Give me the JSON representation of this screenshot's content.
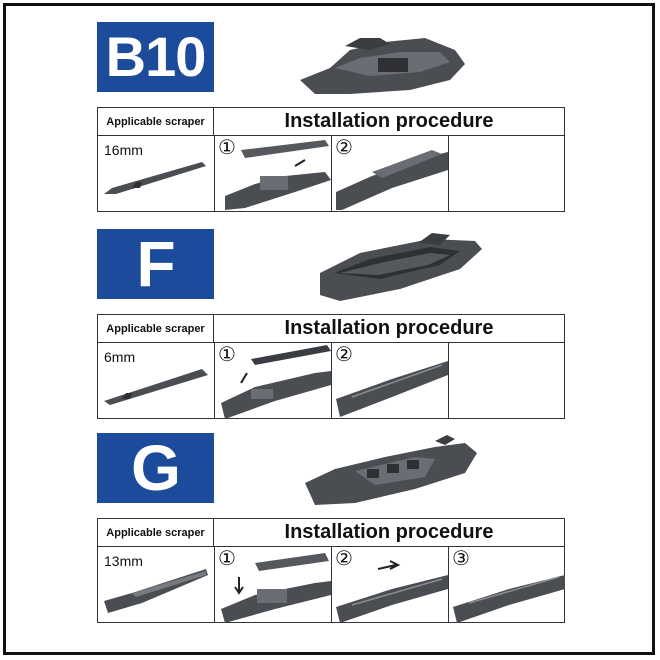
{
  "sections": [
    {
      "badge": "B10",
      "left_header": "Applicable scraper",
      "right_header": "Installation procedure",
      "size": "16mm",
      "steps": [
        "①",
        "②"
      ]
    },
    {
      "badge": "F",
      "left_header": "Applicable scraper",
      "right_header": "Installation procedure",
      "size": "6mm",
      "steps": [
        "①",
        "②"
      ]
    },
    {
      "badge": "G",
      "left_header": "Applicable scraper",
      "right_header": "Installation procedure",
      "size": "13mm",
      "steps": [
        "①",
        "②",
        "③"
      ]
    }
  ],
  "colors": {
    "badge_blue": "#1b4b9a",
    "part_gray": "#4a4d52",
    "border": "#111111"
  }
}
